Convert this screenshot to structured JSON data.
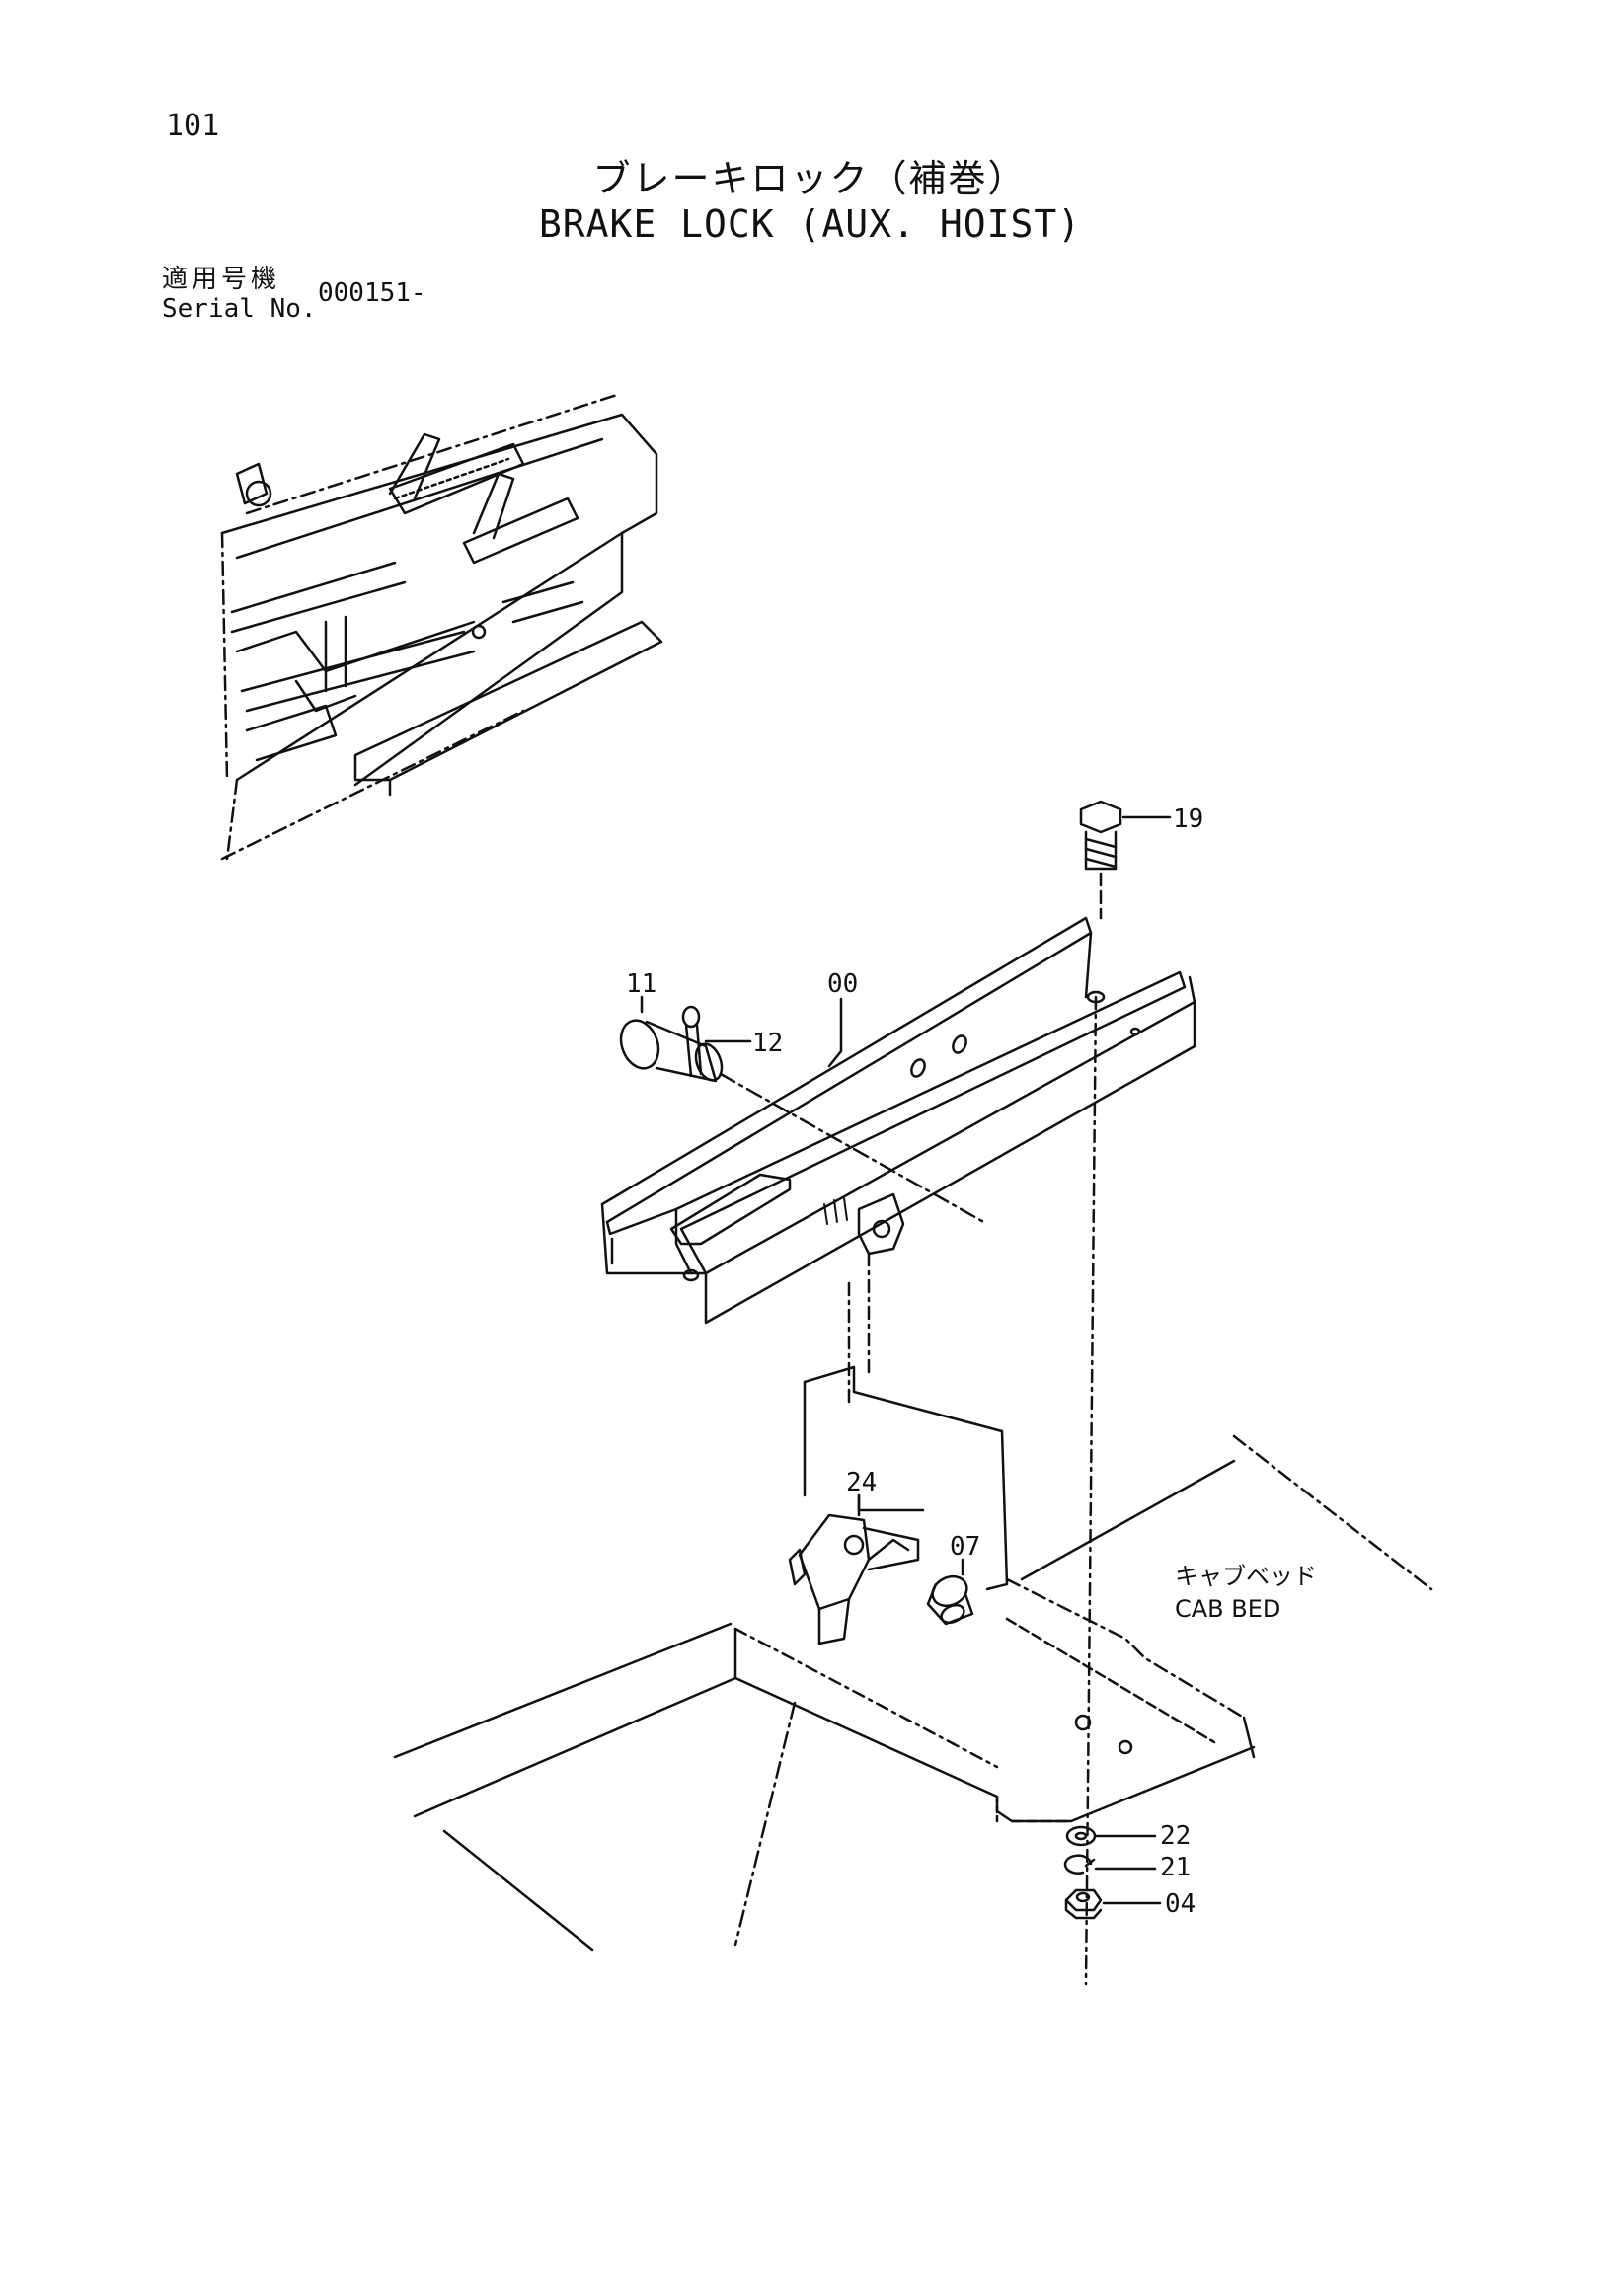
{
  "page_number": "101",
  "title_jp": "ブレーキロック（補巻）",
  "title_en": "BRAKE LOCK (AUX. HOIST)",
  "serial": {
    "label_jp": "適用号機",
    "label_en": "Serial No.",
    "value": "000151-"
  },
  "parts": [
    {
      "id": "19",
      "label": "19"
    },
    {
      "id": "11",
      "label": "11"
    },
    {
      "id": "12",
      "label": "12"
    },
    {
      "id": "00",
      "label": "00"
    },
    {
      "id": "24",
      "label": "24"
    },
    {
      "id": "07",
      "label": "07"
    },
    {
      "id": "22",
      "label": "22"
    },
    {
      "id": "21",
      "label": "21"
    },
    {
      "id": "04",
      "label": "04"
    }
  ],
  "cab_bed": {
    "label_jp": "キャブベッド",
    "label_en": "CAB BED"
  }
}
